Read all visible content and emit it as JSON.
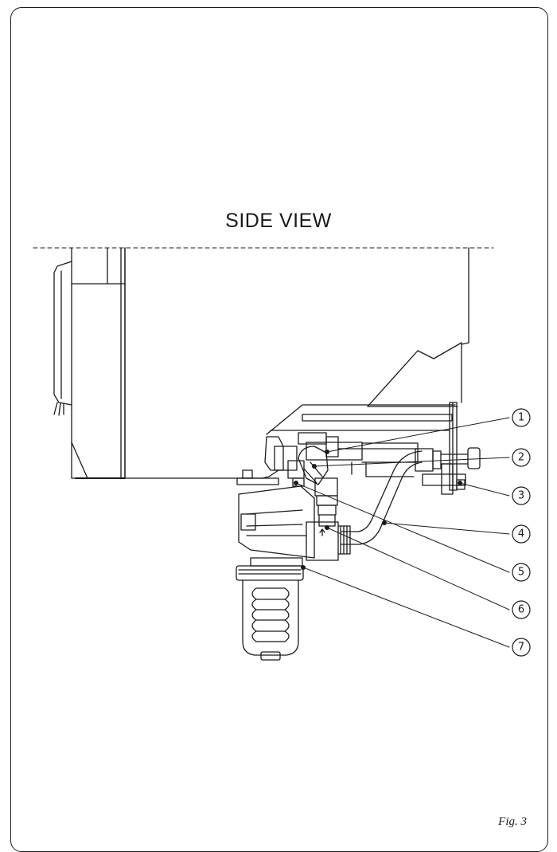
{
  "figure": {
    "title": "SIDE VIEW",
    "figure_ref": "Fig. 3"
  },
  "callouts": [
    {
      "number": "1"
    },
    {
      "number": "2"
    },
    {
      "number": "3"
    },
    {
      "number": "4"
    },
    {
      "number": "5"
    },
    {
      "number": "6"
    },
    {
      "number": "7"
    }
  ],
  "colors": {
    "line": "#1a1a1a",
    "background": "#ffffff"
  }
}
